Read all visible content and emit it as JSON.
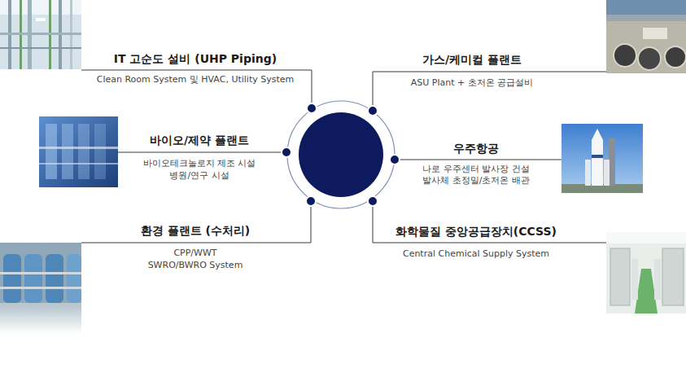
{
  "diagram": {
    "labels": [
      "IT 고순도 설비 (UHP Piping)",
      "Clean Room System 및 HVAC, Utility System",
      "바이오/제약 플랜트",
      "바이오테크놀로지 제조 시설",
      "병원/연구 시설",
      "환경 플랜트 (수처리)",
      "CPP/WWT",
      "SWRO/BWRO System",
      "가스/케미컬 플랜트",
      "ASU Plant + 초저온 공급설비",
      "우주항공",
      "나로 우주센터 발사장 건설",
      "발사체 초정밀/초저온 배관",
      "화학물질 중앙공급장치(CCSS)",
      "Central Chemical Supply System"
    ]
  }
}
